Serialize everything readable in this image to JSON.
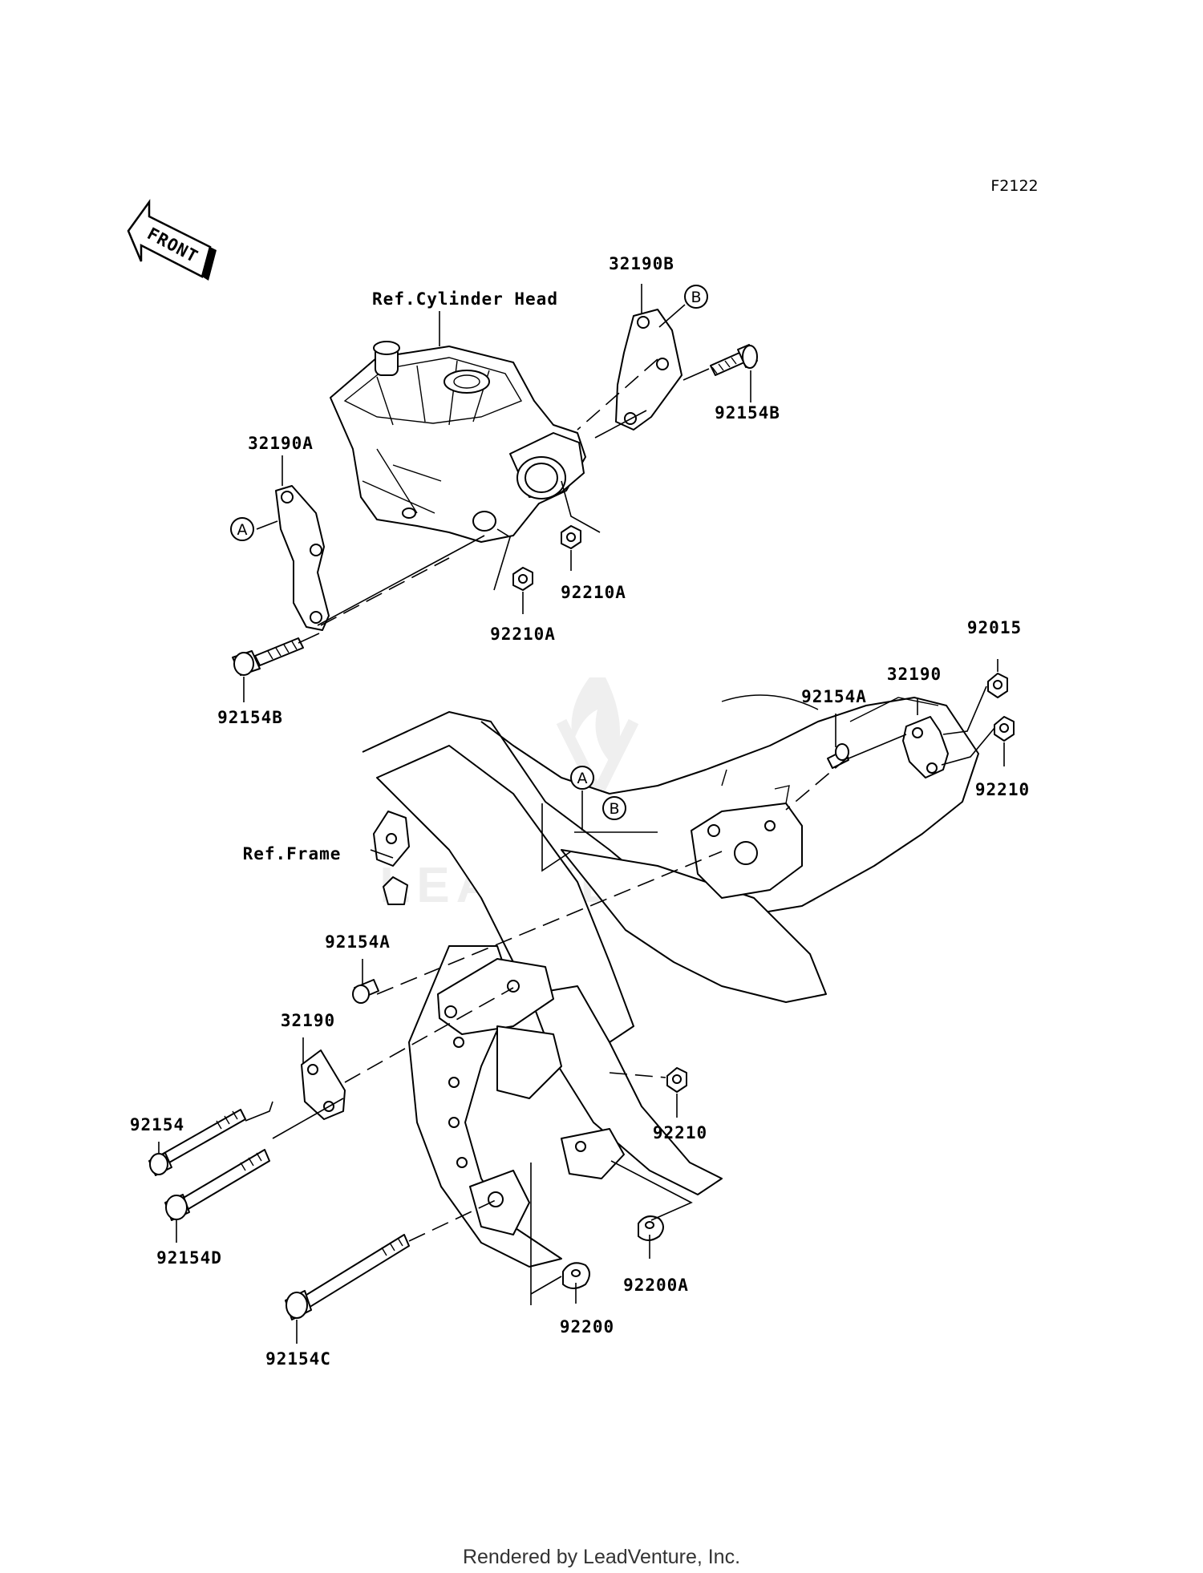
{
  "diagram": {
    "figure_code": "F2122",
    "front_label": "FRONT",
    "watermark": "LEADVENTURE",
    "footer": "Rendered by LeadVenture, Inc.",
    "ref_labels": {
      "cylinder_head": "Ref.Cylinder Head",
      "frame": "Ref.Frame"
    },
    "callouts": {
      "a": "A",
      "b": "B"
    },
    "part_numbers": {
      "p32190B": "32190B",
      "p92154B_top": "92154B",
      "p32190A": "32190A",
      "p92210A_right": "92210A",
      "p92210A_left": "92210A",
      "p92154B_left": "92154B",
      "p92015": "92015",
      "p32190_right": "32190",
      "p92154A_top": "92154A",
      "p92210_right": "92210",
      "p92154A_left": "92154A",
      "p32190_left": "32190",
      "p92154": "92154",
      "p92154D": "92154D",
      "p92210_lower": "92210",
      "p92200A": "92200A",
      "p92200": "92200",
      "p92154C": "92154C"
    }
  }
}
